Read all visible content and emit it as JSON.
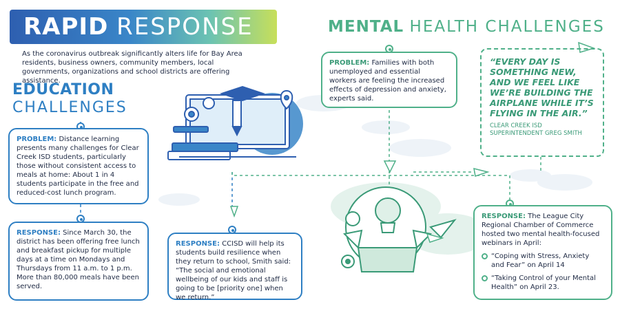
{
  "header": {
    "title_bold": "RAPID",
    "title_light": "RESPONSE",
    "intro": "As the coronavirus outbreak significantly alters life for Bay Area residents, business owners, community members, local governments, organizations and school districts are offering assistance."
  },
  "education": {
    "heading_line1": "EDUCATION",
    "heading_line2": "CHALLENGES",
    "problem": {
      "lead": "PROBLEM:",
      "text": "Distance learning presents many challenges for Clear Creek ISD students, particularly those without consistent access to meals at home: About 1 in 4 students participate in the free and reduced-cost lunch program."
    },
    "response1": {
      "lead": "RESPONSE:",
      "text": "Since March 30, the district has been offering free lunch and breakfast pickup for multiple days at a time on Mondays and Thursdays from 11 a.m. to 1 p.m. More than 80,000 meals have been served."
    },
    "response2": {
      "lead": "RESPONSE:",
      "text": "CCISD will help its students build resilience when they return to school, Smith said: “The social and emotional wellbeing of our kids and staff is going to be [priority one] when we return.”"
    }
  },
  "mental_health": {
    "heading_bold": "MENTAL",
    "heading_light": "HEALTH CHALLENGES",
    "problem": {
      "lead": "PROBLEM:",
      "text": "Families with both unemployed and essential workers are feeling the increased effects of depression and anxiety, experts said."
    },
    "quote": {
      "text": "“EVERY DAY IS SOMETHING NEW, AND WE FEEL LIKE WE’RE BUILDING THE AIRPLANE WHILE IT’S FLYING IN THE AIR.”",
      "attribution_line1": "CLEAR CREEK ISD",
      "attribution_line2": "SUPERINTENDENT GREG SMITH"
    },
    "response": {
      "lead": "RESPONSE:",
      "text": "The League City Regional Chamber of Commerce hosted two mental health-focused webinars in April:",
      "bullets": [
        "“Coping with Stress, Anxiety and Fear” on April 14",
        "“Taking Control of your Mental Health” on April 23."
      ]
    }
  },
  "colors": {
    "blue": "#2e7fc3",
    "green": "#4fb089",
    "navy": "#1f2a44"
  },
  "icons": [
    "computer-books-icon",
    "gear-icon",
    "lightbulb-icon",
    "graduation-cap-icon",
    "pencil-icon",
    "location-pin-icon",
    "brain-lightbulb-icon",
    "open-box-icon",
    "paper-plane-icon",
    "question-bubble-icon",
    "target-icon"
  ]
}
